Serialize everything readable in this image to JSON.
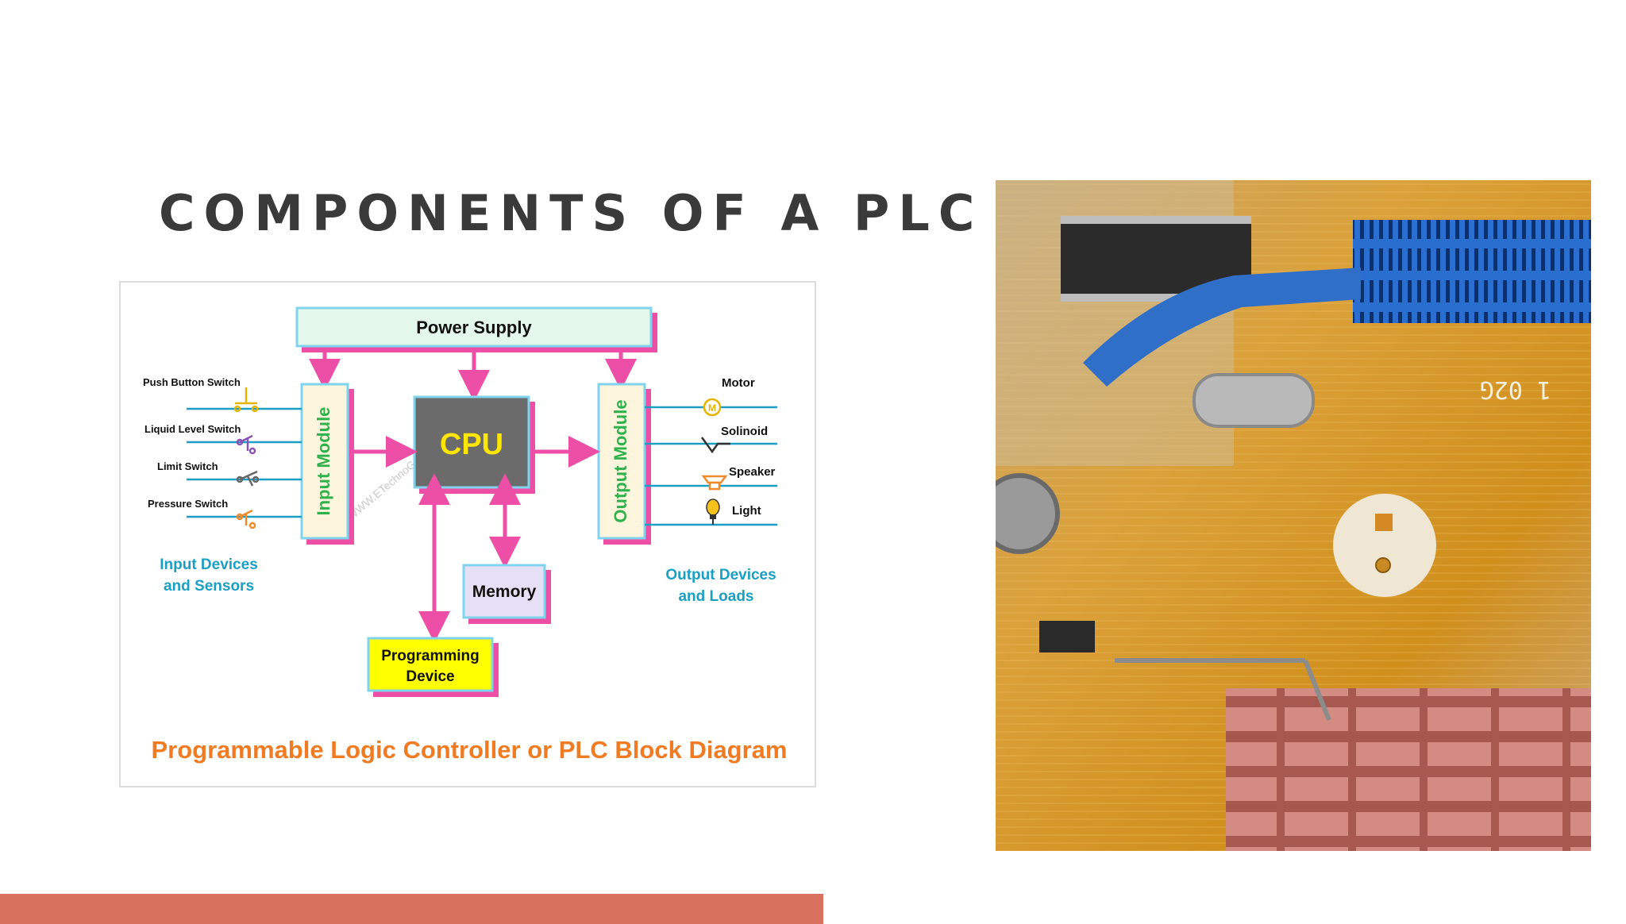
{
  "slide": {
    "title": "COMPONENTS OF A PLC"
  },
  "diagram": {
    "caption": "Programmable Logic Controller or PLC Block Diagram",
    "watermark": "WWW.ETechnoG.COM",
    "blocks": {
      "power_supply": "Power Supply",
      "input_module": "Input Module",
      "cpu": "CPU",
      "output_module": "Output Module",
      "memory": "Memory",
      "programming_device_line1": "Programming",
      "programming_device_line2": "Device"
    },
    "inputs": [
      {
        "label": "Push Button Switch",
        "icon": "push-button-switch-icon"
      },
      {
        "label": "Liquid Level Switch",
        "icon": "liquid-level-switch-icon"
      },
      {
        "label": "Limit Switch",
        "icon": "limit-switch-icon"
      },
      {
        "label": "Pressure Switch",
        "icon": "pressure-switch-icon"
      }
    ],
    "outputs": [
      {
        "label": "Motor",
        "icon": "motor-icon",
        "icon_text": "M"
      },
      {
        "label": "Solinoid",
        "icon": "solenoid-icon"
      },
      {
        "label": "Speaker",
        "icon": "speaker-icon"
      },
      {
        "label": "Light",
        "icon": "light-bulb-icon"
      }
    ],
    "input_group_line1": "Input Devices",
    "input_group_line2": "and Sensors",
    "output_group_line1": "Output Devices",
    "output_group_line2": "and Loads",
    "colors": {
      "connector": "#ee4fa6",
      "wire": "#1a9fc4",
      "module_text": "#2fb14b",
      "cpu_text": "#ffe600",
      "caption": "#f07b22",
      "group_label": "#1a9fc4",
      "power_fill": "#e3f7ea",
      "module_border": "#7fd3ec",
      "cpu_fill": "#6b6b6b",
      "memory_fill": "#e5e0f5",
      "programming_fill": "#ffff00"
    }
  },
  "photo": {
    "subject": "circuit-board-photo",
    "silkscreen_text": "1 02G",
    "colors": {
      "board": "#d99a2a",
      "slot": "#2a6fd0",
      "heatsink": "#c9776e"
    }
  },
  "decor": {
    "bottom_bar_color": "#d9715f"
  }
}
